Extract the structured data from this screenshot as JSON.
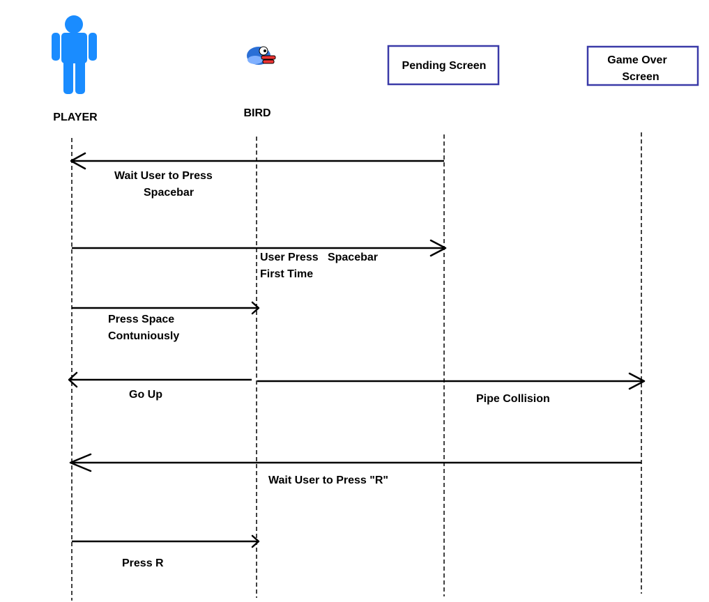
{
  "actors": {
    "player": {
      "label": "PLAYER",
      "icon": "person-icon",
      "color": "#1a8cff"
    },
    "bird": {
      "label": "BIRD",
      "icon": "flappy-bird-icon"
    },
    "pending": {
      "lines": [
        "Pending Screen"
      ]
    },
    "gameover": {
      "lines": [
        "Game Over",
        "Screen"
      ]
    }
  },
  "box_border_color": "#3a3aa8",
  "messages": [
    {
      "from": "pending",
      "to": "player",
      "lines": [
        "Wait User to Press",
        "Spacebar"
      ]
    },
    {
      "from": "player",
      "to": "pending",
      "lines": [
        "User Press   Spacebar",
        "First Time"
      ]
    },
    {
      "from": "player",
      "to": "bird",
      "lines": [
        "Press Space",
        "Contuniously"
      ]
    },
    {
      "from": "bird",
      "to": "player",
      "lines": [
        "Go Up"
      ]
    },
    {
      "from": "bird",
      "to": "gameover",
      "lines": [
        "Pipe Collision"
      ]
    },
    {
      "from": "gameover",
      "to": "player",
      "lines": [
        "Wait User to Press \"R\""
      ]
    },
    {
      "from": "player",
      "to": "bird",
      "lines": [
        "Press R"
      ]
    }
  ]
}
